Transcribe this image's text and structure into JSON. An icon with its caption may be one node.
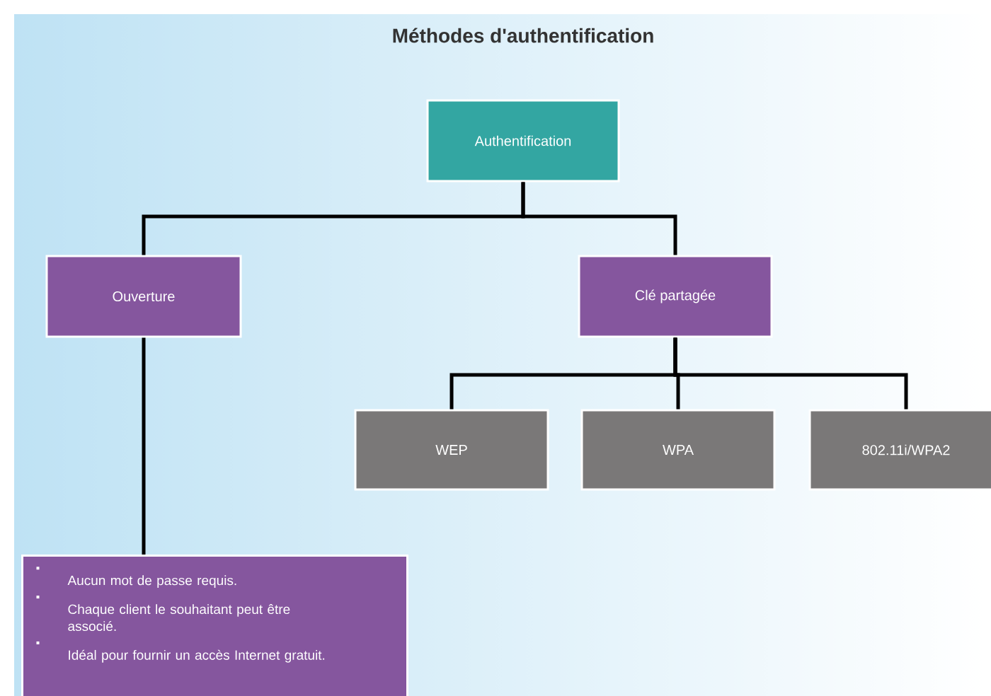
{
  "diagram": {
    "title": "Méthodes d'authentification",
    "nodes": [
      {
        "text": [
          "Authentification"
        ]
      },
      {
        "text": [
          "Ouverture"
        ]
      },
      {
        "text": [
          "Clé partagée"
        ]
      },
      {
        "text": [
          "WEP"
        ]
      },
      {
        "text": [
          "WPA"
        ]
      },
      {
        "text": [
          "802.11i/WPA2"
        ]
      },
      {
        "text": [
          "Aucun mot de passe requis.",
          "Chaque client le souhaitant peut être associé.",
          "Idéal pour fournir un accès Internet gratuit."
        ]
      }
    ],
    "edges": [
      {
        "from": 0,
        "to": 1,
        "arrow": "none"
      },
      {
        "from": 0,
        "to": 2,
        "arrow": "none"
      },
      {
        "from": 2,
        "to": 3,
        "arrow": "none"
      },
      {
        "from": 2,
        "to": 4,
        "arrow": "none"
      },
      {
        "from": 2,
        "to": 5,
        "arrow": "none"
      },
      {
        "from": 1,
        "to": 6,
        "arrow": "none"
      }
    ]
  }
}
